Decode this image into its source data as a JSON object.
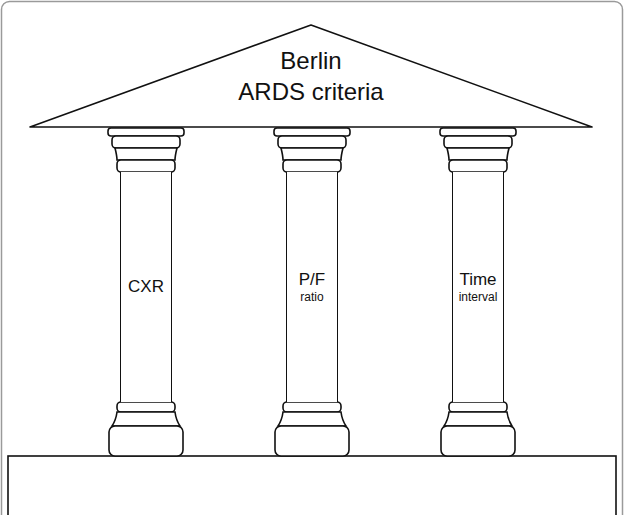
{
  "diagram": {
    "nodes": [
      {
        "text": [
          "Berlin",
          "ARDS criteria"
        ]
      },
      {
        "text": [
          "CXR"
        ]
      },
      {
        "text": [
          "P/F",
          "ratio"
        ]
      },
      {
        "text": [
          "Time",
          "interval"
        ]
      }
    ]
  }
}
